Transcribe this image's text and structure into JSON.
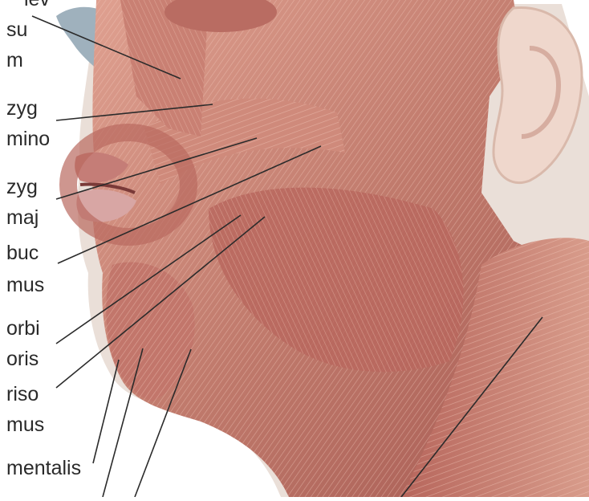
{
  "image": {
    "subject": "anatomical illustration of facial muscles (jaw, lips, chin, neck)",
    "colors": {
      "muscle_base": "#c98878",
      "muscle_dark": "#9c4c45",
      "muscle_light": "#e7b7a6",
      "skin_outline": "#d8c6bd",
      "ear": "#ecd0c3",
      "leader_line": "#2b2b2b"
    }
  },
  "labels": [
    {
      "id": "lbl-1",
      "text": "lev"
    },
    {
      "id": "lbl-2",
      "text": "su"
    },
    {
      "id": "lbl-3",
      "text": "m"
    },
    {
      "id": "lbl-4",
      "text": "zyg"
    },
    {
      "id": "lbl-5",
      "text": "mino"
    },
    {
      "id": "lbl-6",
      "text": "zyg"
    },
    {
      "id": "lbl-7",
      "text": "maj"
    },
    {
      "id": "lbl-8",
      "text": "buc"
    },
    {
      "id": "lbl-9",
      "text": "mus"
    },
    {
      "id": "lbl-10",
      "text": "orbi"
    },
    {
      "id": "lbl-11",
      "text": "oris"
    },
    {
      "id": "lbl-12",
      "text": "riso"
    },
    {
      "id": "lbl-13",
      "text": "mus"
    },
    {
      "id": "lbl-14",
      "text": "mentalis"
    }
  ]
}
